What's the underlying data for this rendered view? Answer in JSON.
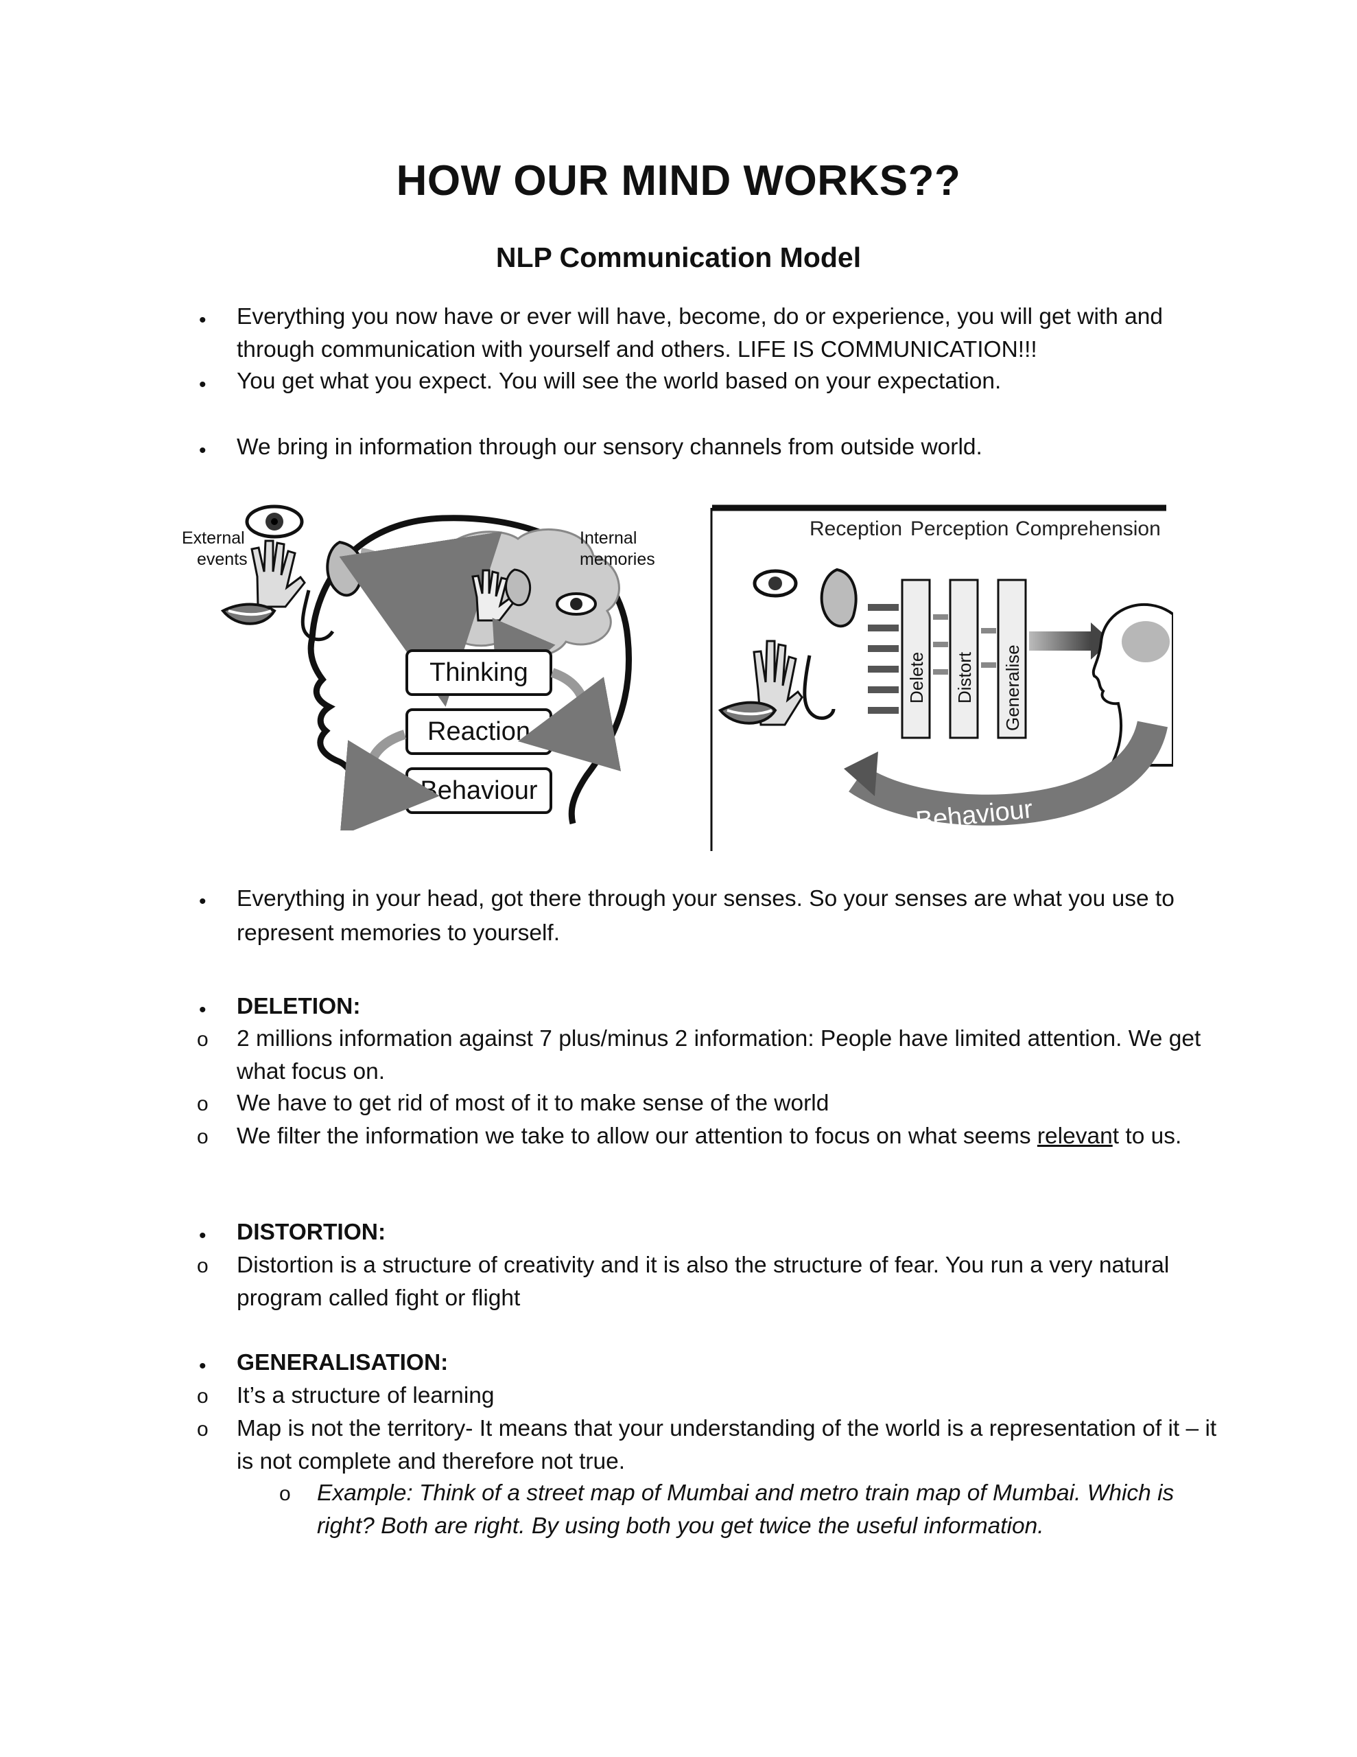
{
  "title": "HOW OUR MIND WORKS??",
  "subtitle": "NLP Communication Model",
  "intro": {
    "b1": "Everything you now have or ever will have, become, do or experience, you will get with and through communication with yourself and others. LIFE IS COMMUNICATION!!!",
    "b2": "You get what you expect. You will see the world based on your expectation.",
    "b3": "We bring in information through our sensory channels from outside world."
  },
  "figure_left": {
    "external_events_line1": "External",
    "external_events_line2": "events",
    "internal_memories_line1": "Internal",
    "internal_memories_line2": "memories",
    "box1": "Thinking",
    "box2": "Reaction",
    "box3": "Behaviour"
  },
  "figure_right": {
    "header1": "Reception",
    "header2": "Perception",
    "header3": "Comprehension",
    "filter1": "Delete",
    "filter2": "Distort",
    "filter3": "Generalise",
    "arrow_label": "Behaviour"
  },
  "senses": {
    "b": "Everything in your head, got there through your senses. So your senses are what you use to represent memories to yourself."
  },
  "deletion": {
    "heading": "DELETION:",
    "s1": "2 millions information against 7 plus/minus 2 information: People have limited attention. We get what focus on.",
    "s2": "We have to get rid of most of it to make sense of the world",
    "s3_before": "We filter the information we take to allow our attention to focus on what seems ",
    "s3_underlined": "relevan",
    "s3_after": "t to us."
  },
  "distortion": {
    "heading": "DISTORTION:",
    "s1": "Distortion is a structure of creativity and it is also the structure of fear. You run a very natural program called fight or flight"
  },
  "generalisation": {
    "heading": "GENERALISATION:",
    "s1": "It’s a structure of learning",
    "s2": "Map is not the territory- It means that your understanding of the world is a representation of it – it is not complete and therefore not true.",
    "example": "Example: Think of a street map of Mumbai and metro train map of Mumbai. Which is right? Both are right. By using both you get twice the useful information."
  },
  "markers": {
    "bullet": "•",
    "circle": "o"
  }
}
